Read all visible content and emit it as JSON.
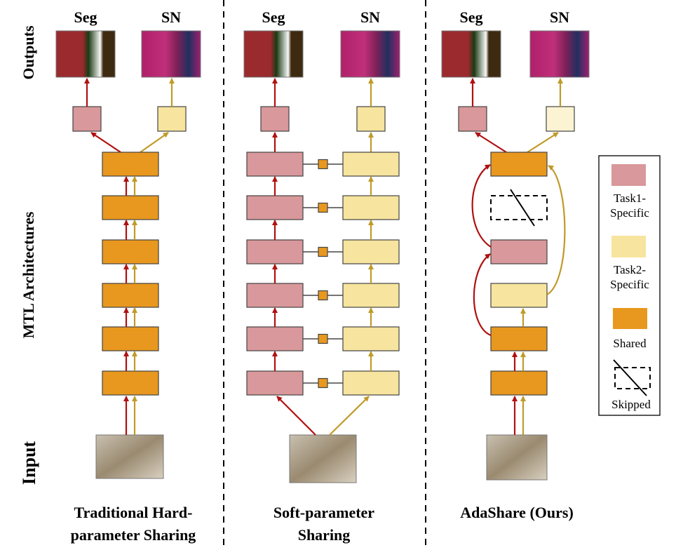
{
  "row_labels": {
    "outputs": "Outputs",
    "architectures": "MTL Architectures",
    "input": "Input"
  },
  "task_labels": {
    "seg": "Seg",
    "sn": "SN"
  },
  "panels": [
    {
      "title_line1": "Traditional Hard-",
      "title_line2": "parameter Sharing"
    },
    {
      "title_line1": "Soft-parameter",
      "title_line2": "Sharing"
    },
    {
      "title_line1": "AdaShare (Ours)",
      "title_line2": ""
    }
  ],
  "legend": {
    "task1_line1": "Task1-",
    "task1_line2": "Specific",
    "task2_line1": "Task2-",
    "task2_line2": "Specific",
    "shared": "Shared",
    "skipped": "Skipped"
  },
  "colors": {
    "task1": "#d9989b",
    "task2": "#f7e49e",
    "task2_light": "#fbf3d1",
    "shared": "#e8981e",
    "seg_arrow": "#b01010",
    "sn_arrow": "#c09a28"
  }
}
